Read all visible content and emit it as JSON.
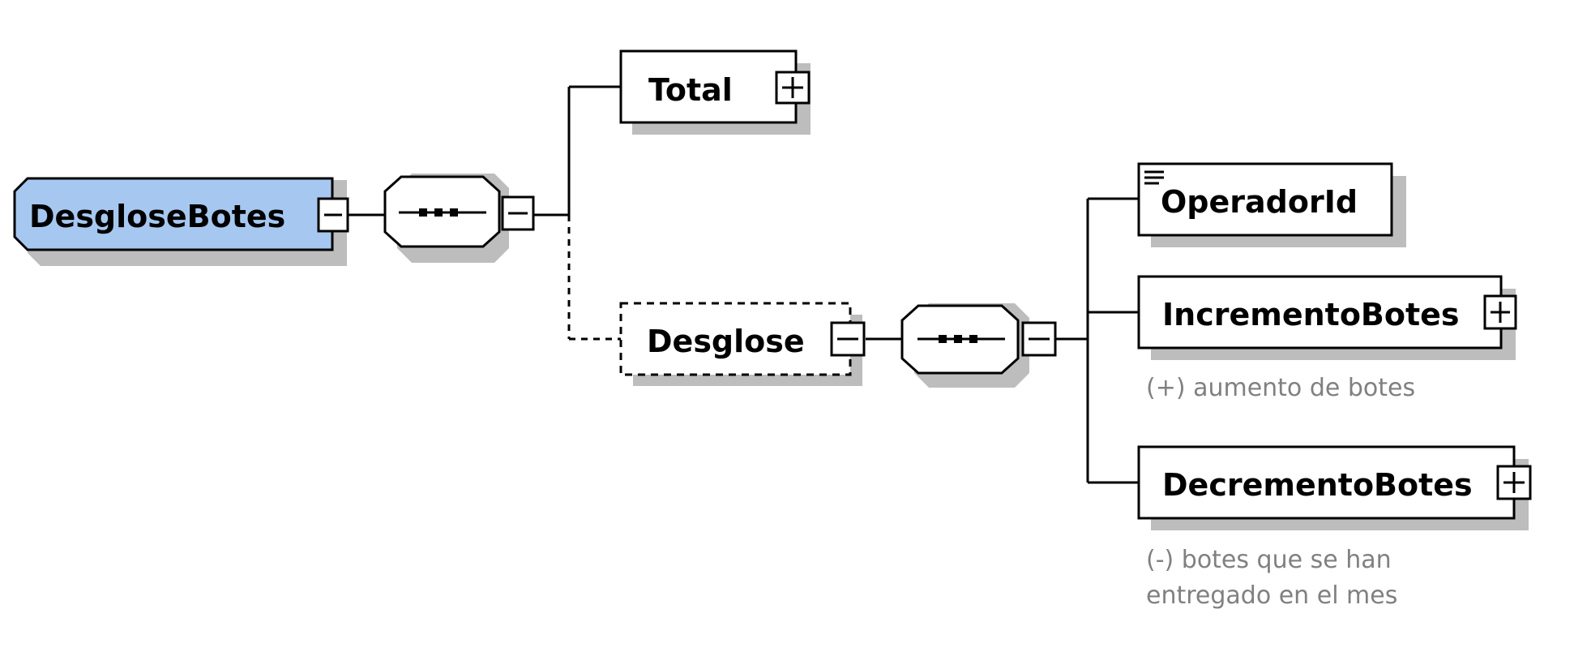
{
  "diagram": {
    "root": {
      "label": "DesgloseBotes",
      "fill": "#a6c8f0",
      "toggle": "collapse"
    },
    "total": {
      "label": "Total",
      "toggle": "expand"
    },
    "desglose": {
      "label": "Desglose",
      "toggle": "collapse",
      "optional": true
    },
    "operador": {
      "label": "OperadorId",
      "has_content_icon": true
    },
    "incremento": {
      "label": "IncrementoBotes",
      "toggle": "expand",
      "annotation": "(+) aumento de botes"
    },
    "decremento": {
      "label": "DecrementoBotes",
      "toggle": "expand",
      "annotation_line1": "(-) botes que se han",
      "annotation_line2": "entregado en el mes"
    },
    "sequence_icon": "sequence-compositor-icon",
    "colors": {
      "root_fill": "#a6c8f0",
      "shadow": "#bdbdbd",
      "annotation": "#808080"
    }
  }
}
